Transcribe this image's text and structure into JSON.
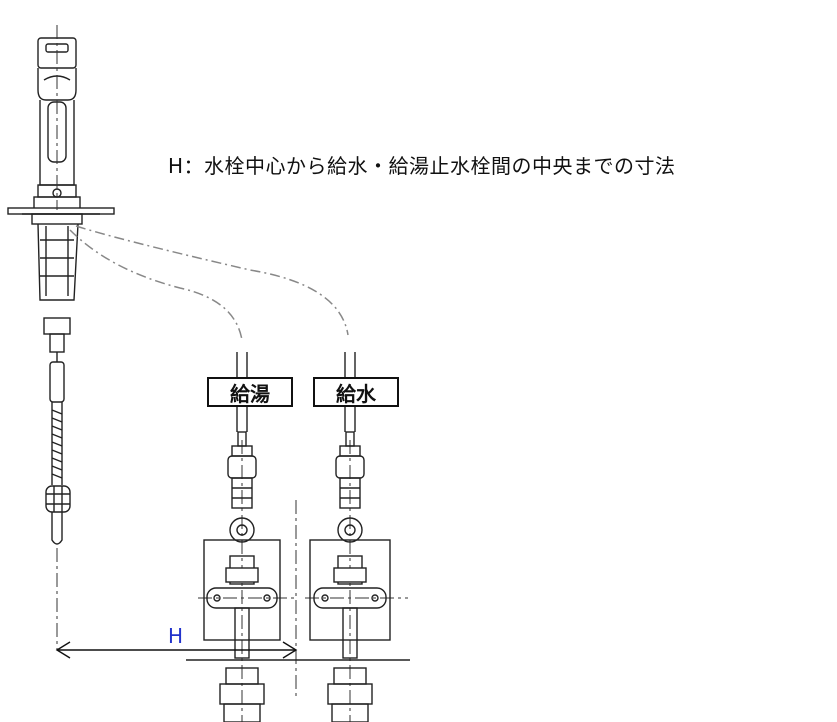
{
  "caption": "H：水栓中心から給水・給湯止水栓間の中央までの寸法",
  "labels": {
    "hot_water": "給湯",
    "cold_water": "給水"
  },
  "dimension": {
    "label": "H",
    "color": "#2233cc"
  }
}
